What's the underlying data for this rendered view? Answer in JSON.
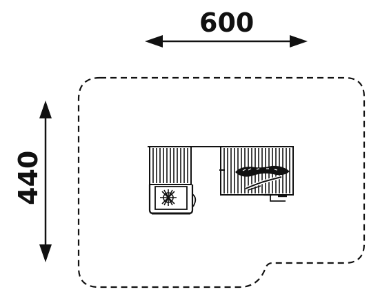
{
  "dimensions": {
    "width_label": "600",
    "depth_label": "440"
  },
  "colors": {
    "ink": "#111111",
    "background": "#ffffff"
  },
  "icons": {
    "width_arrow": "double-headed-horizontal-arrow",
    "depth_arrow": "double-headed-vertical-arrow"
  }
}
